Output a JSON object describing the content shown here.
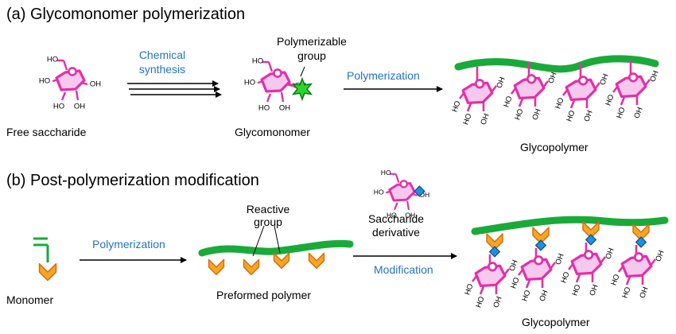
{
  "section_a": {
    "heading": "(a) Glycomonomer polymerization",
    "free_saccharide_label": "Free saccharide",
    "chemical_synthesis_label": [
      "Chemical",
      "synthesis"
    ],
    "polymerizable_group_label": [
      "Polymerizable",
      "group"
    ],
    "glycomonomer_label": "Glycomonomer",
    "polymerization_label": "Polymerization",
    "glycopolymer_label": "Glycopolymer"
  },
  "section_b": {
    "heading": "(b) Post-polymerization modification",
    "monomer_label": "Monomer",
    "polymerization_label": "Polymerization",
    "reactive_group_label": [
      "Reactive",
      "group"
    ],
    "preformed_polymer_label": "Preformed polymer",
    "saccharide_derivative_label": [
      "Saccharide",
      "derivative"
    ],
    "modification_label": "Modification",
    "glycopolymer_label": "Glycopolymer"
  },
  "chem": {
    "hydroxyl": "OH",
    "hydroxyl_left": "HO"
  },
  "colors": {
    "polymer": "#1aaa3a",
    "sugar_fill": "#f6c8ee",
    "sugar_stroke": "#e52fa5",
    "star_fill": "#2bd62b",
    "reactive_fill": "#f5a623",
    "reactive_stroke": "#d66a0a",
    "derivative_fill": "#1e90e0",
    "label_blue": "#2273c7"
  }
}
